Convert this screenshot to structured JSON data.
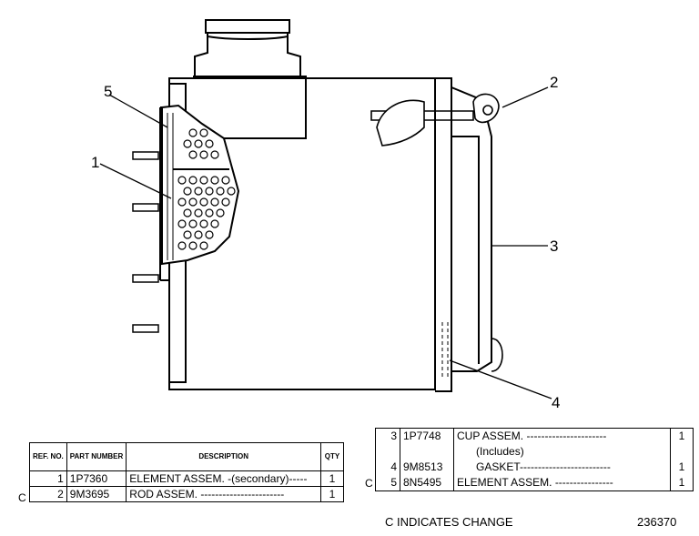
{
  "callouts": {
    "c1": "1",
    "c2": "2",
    "c3": "3",
    "c4": "4",
    "c5": "5"
  },
  "left_table": {
    "headers": {
      "ref": "REF. NO.",
      "part": "PART NUMBER",
      "desc": "DESCRIPTION",
      "qty": "QTY"
    },
    "rows": [
      {
        "change": "",
        "ref": "1",
        "part": "1P7360",
        "desc": "ELEMENT ASSEM. -(secondary)-----",
        "qty": "1"
      },
      {
        "change": "C",
        "ref": "2",
        "part": "9M3695",
        "desc": "ROD ASSEM. -----------------------",
        "qty": "1"
      }
    ]
  },
  "right_table": {
    "rows": [
      {
        "change": "",
        "ref": "3",
        "part": "1P7748",
        "desc": "CUP ASSEM. ----------------------",
        "qty": "1"
      },
      {
        "change": "",
        "ref": "",
        "part": "",
        "desc": "(Includes)",
        "qty": ""
      },
      {
        "change": "",
        "ref": "4",
        "part": "9M8513",
        "desc": "GASKET-------------------------",
        "qty": "1"
      },
      {
        "change": "C",
        "ref": "5",
        "part": "8N5495",
        "desc": "ELEMENT ASSEM. ----------------",
        "qty": "1"
      }
    ]
  },
  "footer": {
    "change_note": "C INDICATES CHANGE",
    "drawing_number": "236370"
  }
}
